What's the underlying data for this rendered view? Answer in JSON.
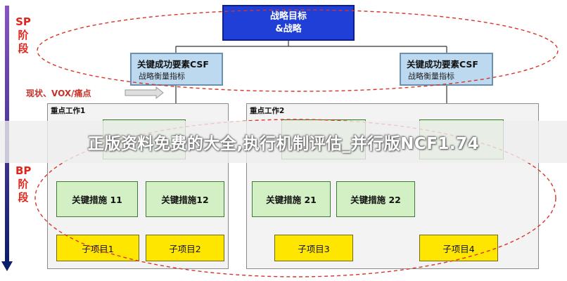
{
  "phases": {
    "sp": [
      "SP",
      "阶",
      "段"
    ],
    "bp": [
      "BP",
      "阶",
      "段"
    ]
  },
  "strategy": {
    "line1": "战略目标",
    "line2": "&战略"
  },
  "csf_left": {
    "title": "关键成功要素CSF",
    "sub": "战略衡量指标"
  },
  "csf_right": {
    "title": "关键成功要素CSF",
    "sub": "战略衡量指标"
  },
  "status_label": "现状、VOX/痛点",
  "panels": [
    {
      "title": "重点工作1",
      "measures": [
        "关键措施 11",
        "关键措施12"
      ],
      "projects": [
        "子项目1",
        "子项目2"
      ]
    },
    {
      "title": "重点工作2",
      "measures": [
        "关键措施 21",
        "关键措施 22"
      ],
      "projects": [
        "子项目3",
        "子项目4"
      ]
    }
  ],
  "watermark": "正版资料免费的大全,执行机制评估_并行版NCF1.74",
  "colors": {
    "strategy_fill": "#1f3fd6",
    "csf_fill": "#bcd9f0",
    "measure_fill": "#d2f0c4",
    "project_fill": "#ffe600",
    "ellipse_stroke": "#d9342b",
    "phase_text": "#e0261c"
  }
}
